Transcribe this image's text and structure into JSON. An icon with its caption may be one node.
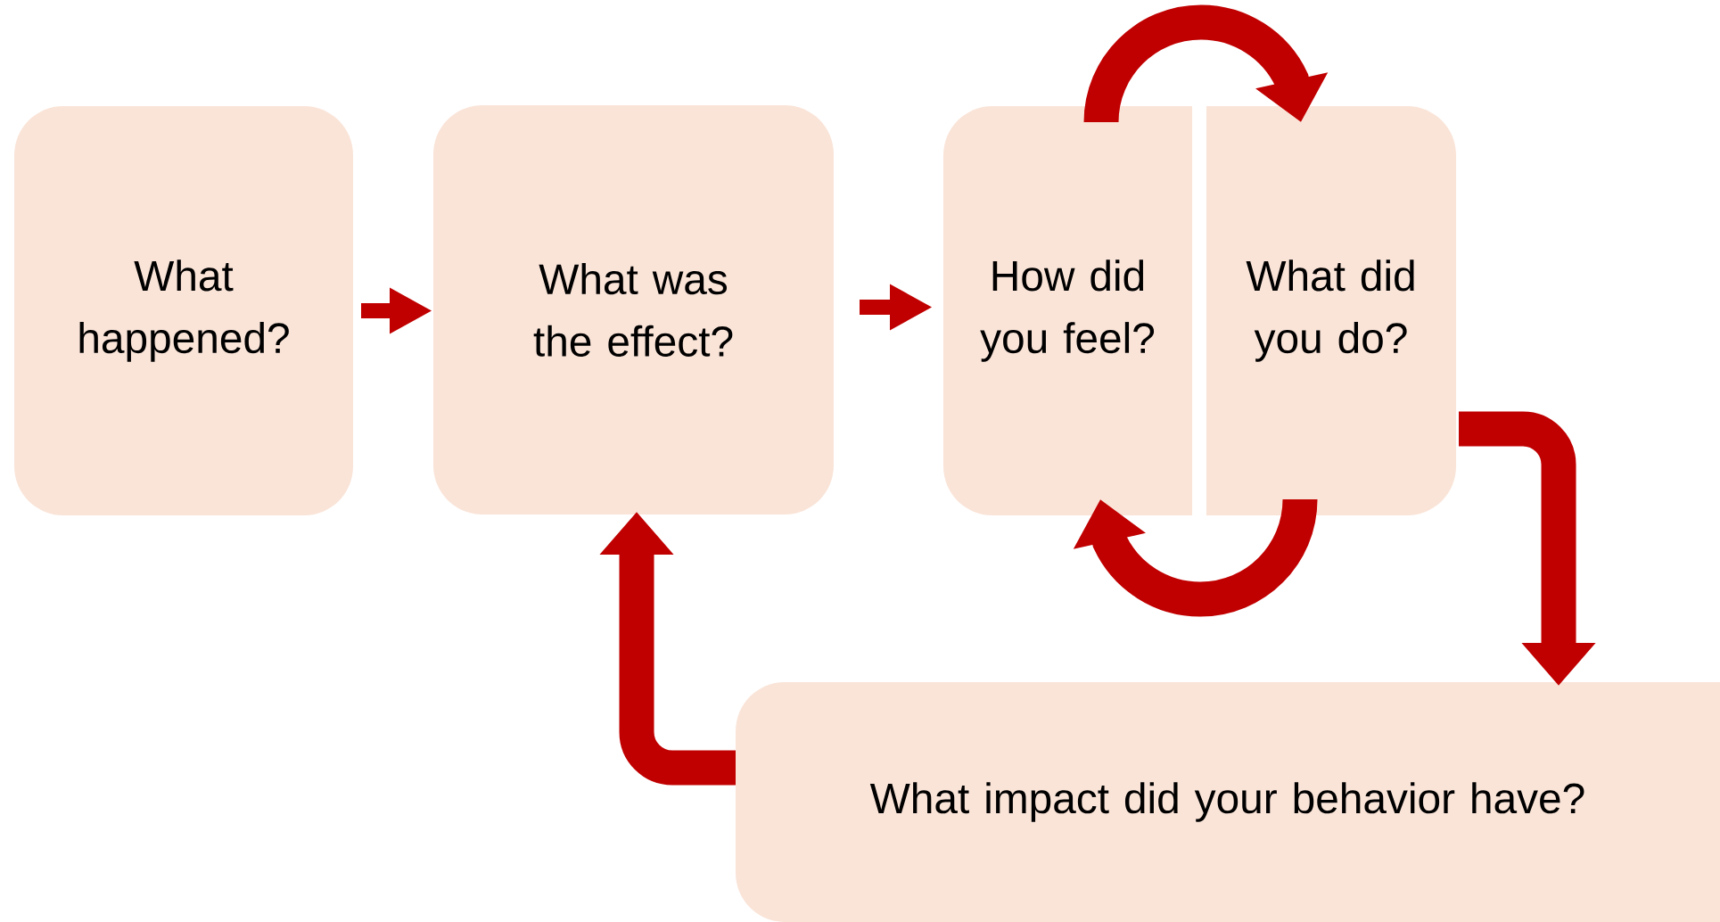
{
  "diagram": {
    "nodes": [
      {
        "text": [
          "What happened?"
        ]
      },
      {
        "text": [
          "What was the effect?"
        ]
      },
      {
        "text": [
          "How did you feel?"
        ]
      },
      {
        "text": [
          "What did you do?"
        ]
      },
      {
        "text": [
          "What impact did your behavior have?"
        ]
      }
    ],
    "edges": [
      {
        "from": 0,
        "to": 1,
        "arrow": "to"
      },
      {
        "from": 1,
        "to": 2,
        "arrow": "to"
      },
      {
        "from": 2,
        "to": 3,
        "arrow": "to"
      },
      {
        "from": 3,
        "to": 2,
        "arrow": "to"
      },
      {
        "from": 3,
        "to": 4,
        "arrow": "to"
      },
      {
        "from": 4,
        "to": 1,
        "arrow": "to"
      }
    ]
  }
}
